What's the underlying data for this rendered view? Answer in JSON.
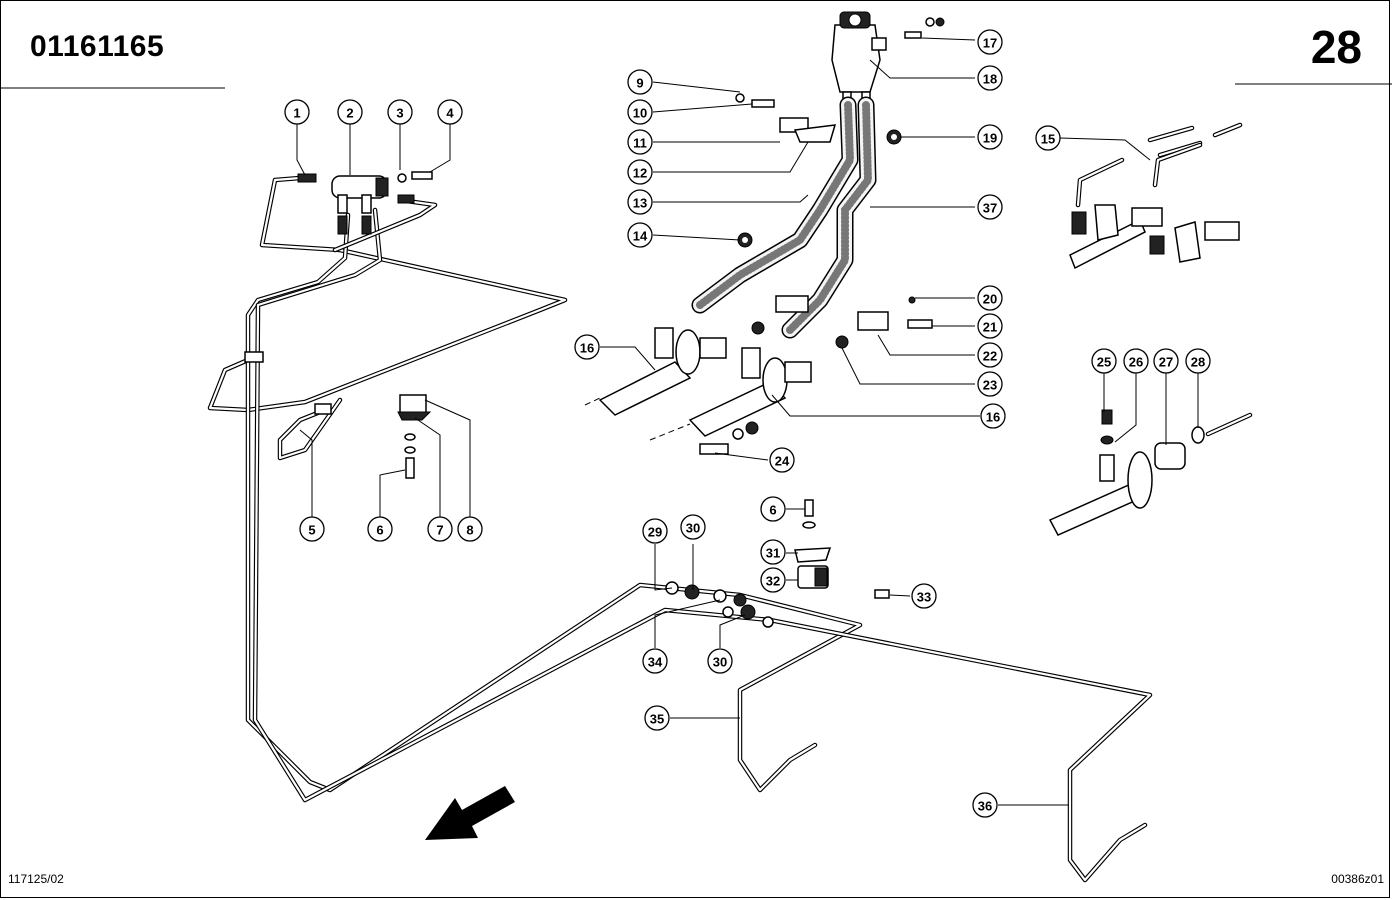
{
  "header": {
    "part_number": "01161165",
    "page_number": "28"
  },
  "footer": {
    "left_ref": "117125/02",
    "right_ref": "00386z01"
  },
  "callouts": [
    "1",
    "2",
    "3",
    "4",
    "5",
    "6",
    "7",
    "8",
    "9",
    "10",
    "11",
    "12",
    "13",
    "14",
    "15",
    "16",
    "16",
    "17",
    "18",
    "19",
    "20",
    "21",
    "22",
    "23",
    "24",
    "25",
    "26",
    "27",
    "28",
    "6",
    "29",
    "30",
    "30",
    "31",
    "32",
    "33",
    "34",
    "35",
    "36",
    "37"
  ]
}
